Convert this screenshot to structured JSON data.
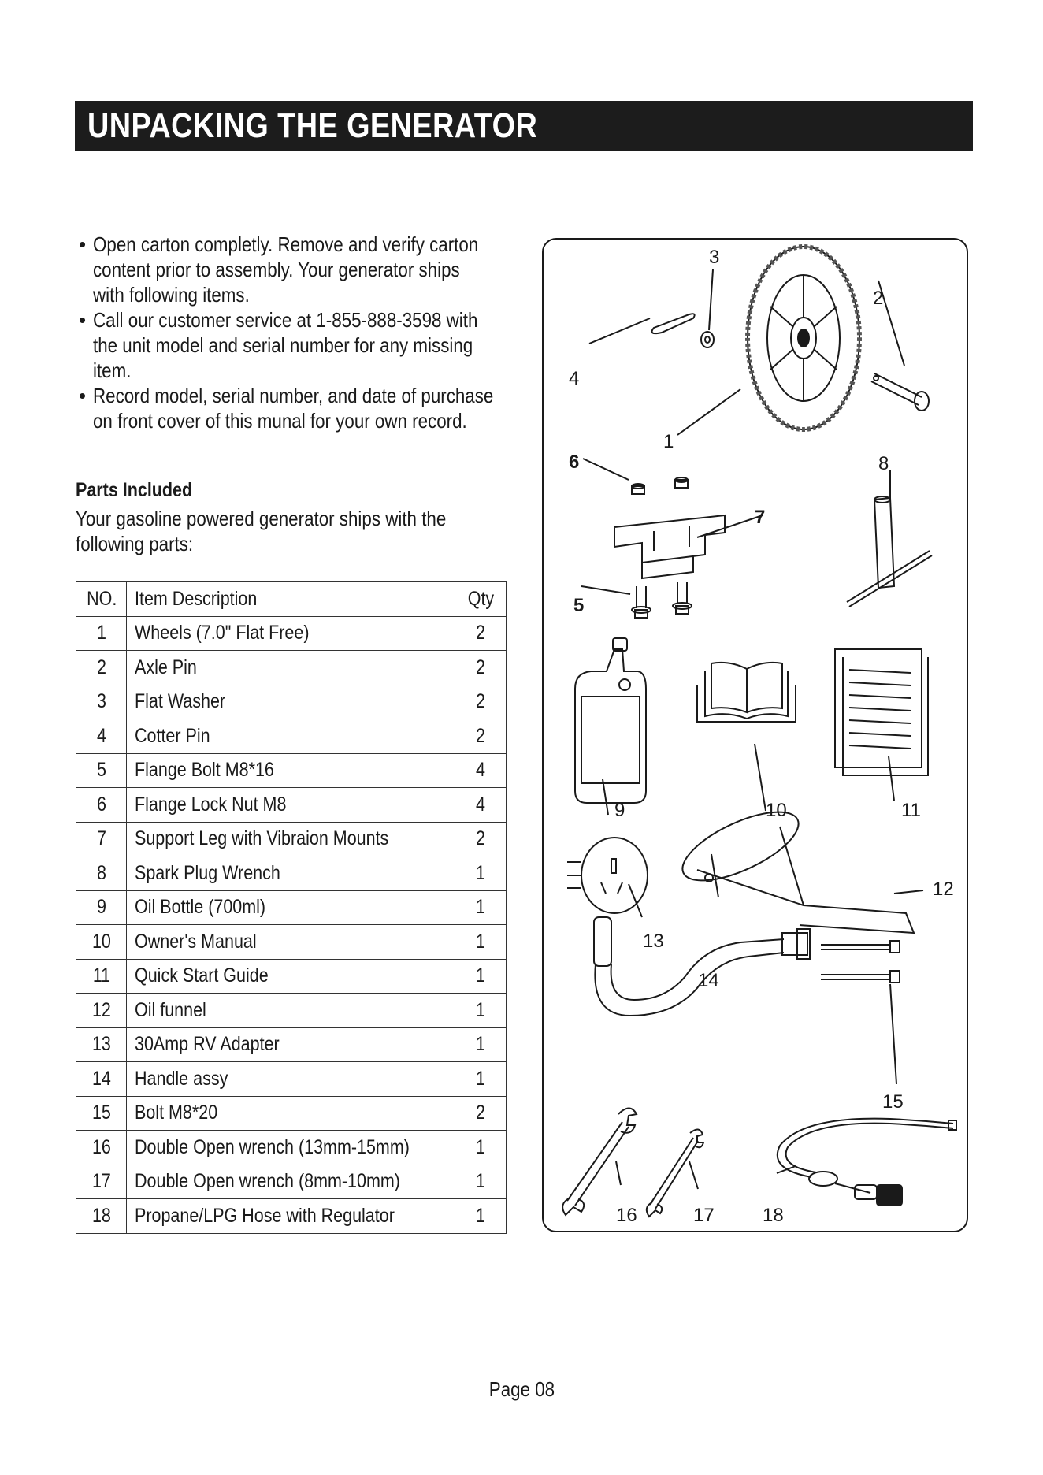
{
  "title": "UNPACKING THE GENERATOR",
  "bullets": [
    {
      "lines": [
        "Open carton completly. Remove and verify carton",
        "content prior to assembly. Your generator ships",
        "with following items."
      ]
    },
    {
      "lines": [
        "Call our customer service at 1-855-888-3598 with",
        "the unit model and serial number for any missing",
        "item."
      ]
    },
    {
      "lines": [
        "Record model, serial number, and date of purchase",
        "on front cover of this munal for your own record."
      ]
    }
  ],
  "parts_heading": "Parts Included",
  "parts_intro": [
    "Your gasoline powered generator ships with the",
    "following parts:"
  ],
  "table": {
    "headers": {
      "no": "NO.",
      "desc": "Item Description",
      "qty": "Qty"
    },
    "rows": [
      {
        "no": "1",
        "desc": "Wheels (7.0\" Flat Free)",
        "qty": "2"
      },
      {
        "no": "2",
        "desc": "Axle Pin",
        "qty": "2"
      },
      {
        "no": "3",
        "desc": "Flat Washer",
        "qty": "2"
      },
      {
        "no": "4",
        "desc": "Cotter Pin",
        "qty": "2"
      },
      {
        "no": "5",
        "desc": "Flange Bolt M8*16",
        "qty": "4"
      },
      {
        "no": "6",
        "desc": "Flange Lock Nut M8",
        "qty": "4"
      },
      {
        "no": "7",
        "desc": "Support Leg with Vibraion Mounts",
        "qty": "2"
      },
      {
        "no": "8",
        "desc": "Spark Plug Wrench",
        "qty": "1"
      },
      {
        "no": "9",
        "desc": "Oil Bottle (700ml)",
        "qty": "1"
      },
      {
        "no": "10",
        "desc": "Owner's Manual",
        "qty": "1"
      },
      {
        "no": "11",
        "desc": "Quick Start Guide",
        "qty": "1"
      },
      {
        "no": "12",
        "desc": "Oil funnel",
        "qty": "1"
      },
      {
        "no": "13",
        "desc": "30Amp RV Adapter",
        "qty": "1"
      },
      {
        "no": "14",
        "desc": "Handle assy",
        "qty": "1"
      },
      {
        "no": "15",
        "desc": "Bolt M8*20",
        "qty": "2"
      },
      {
        "no": "16",
        "desc": "Double Open wrench (13mm-15mm)",
        "qty": "1"
      },
      {
        "no": "17",
        "desc": "Double Open wrench (8mm-10mm)",
        "qty": "1"
      },
      {
        "no": "18",
        "desc": "Propane/LPG Hose with Regulator",
        "qty": "1"
      }
    ]
  },
  "callouts": [
    "1",
    "2",
    "3",
    "4",
    "5",
    "6",
    "7",
    "8",
    "9",
    "10",
    "11",
    "12",
    "13",
    "14",
    "15",
    "16",
    "17",
    "18"
  ],
  "page_label": "Page 08"
}
